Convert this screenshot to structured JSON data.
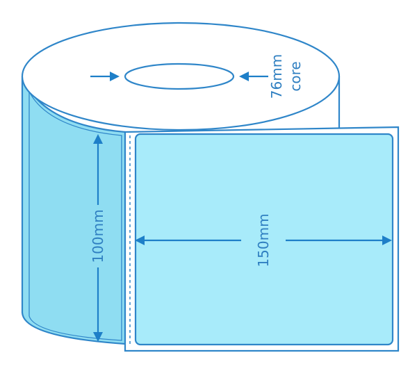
{
  "labels": {
    "core_line1": "76mm",
    "core_line2": "core",
    "height": "100mm",
    "width": "150mm"
  },
  "colors": {
    "outline": "#2f86c9",
    "label_fill": "#a8ebfa",
    "side_fill": "#8fddf2",
    "text": "#2f7fc1",
    "background": "#ffffff"
  }
}
